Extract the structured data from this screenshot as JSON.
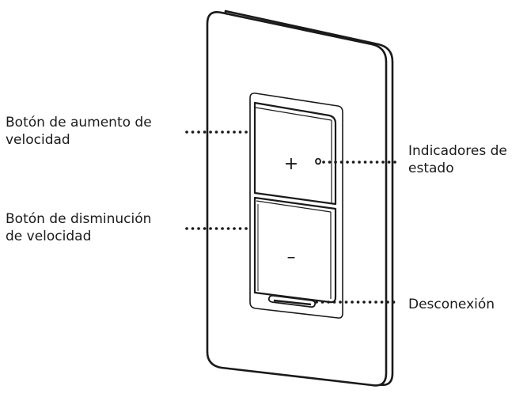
{
  "labels": {
    "increase_button": {
      "line1": "Botón de aumento de",
      "line2": "velocidad"
    },
    "decrease_button": {
      "line1": "Botón de disminución",
      "line2": "de velocidad"
    },
    "status_indicators": {
      "line1": "Indicadores de",
      "line2": "estado"
    },
    "disconnect": {
      "line1": "Desconexión"
    }
  },
  "symbols": {
    "plus": "+",
    "minus": "–"
  }
}
